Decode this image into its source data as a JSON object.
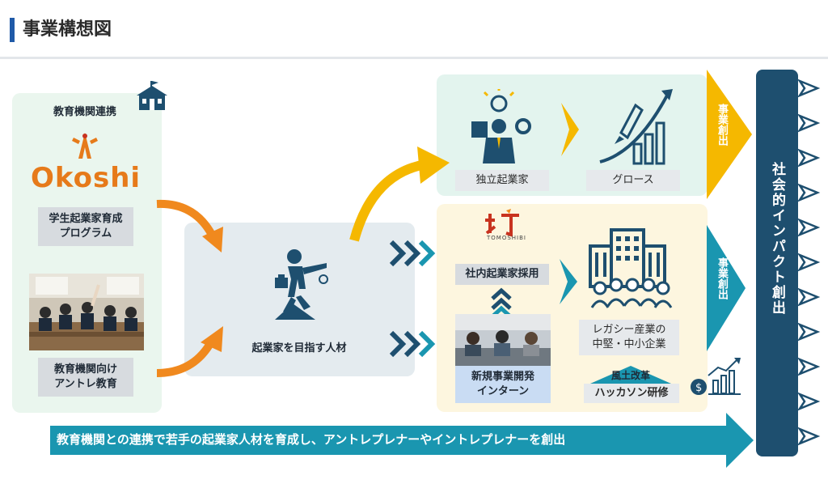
{
  "header": {
    "title": "事業構想図"
  },
  "left_panel": {
    "heading": "教育機関連携",
    "brand_okoshi": "Okoshi",
    "program_label": "学生起業家育成\nプログラム",
    "education_label": "教育機関向け\nアントレ教育"
  },
  "middle_panel": {
    "label": "起業家を目指す人材"
  },
  "top_panel": {
    "independent_label": "独立起業家",
    "growth_label": "グロース",
    "side_label": "事業創出"
  },
  "lower_panel": {
    "brand_tomoshibi": "TOMOSHIBI",
    "intrapreneur_label": "社内起業家採用",
    "internship_label": "新規事業開発\nインターン",
    "legacy_label": "レガシー産業の\n中堅・中小企業",
    "culture_label": "風土改革",
    "hackathon_label": "ハッカソン研修",
    "side_label": "事業創出"
  },
  "pillar": {
    "label": "社会的インパクト創出"
  },
  "bottom_banner": {
    "text": "教育機関との連携で若手の起業家人材を育成し、アントレプレナーやイントレプレナーを創出"
  },
  "colors": {
    "accent_blue": "#1f5aa8",
    "orange": "#f0891e",
    "yellow": "#f5b800",
    "teal": "#1a96b0",
    "navy": "#1e4f6f"
  }
}
